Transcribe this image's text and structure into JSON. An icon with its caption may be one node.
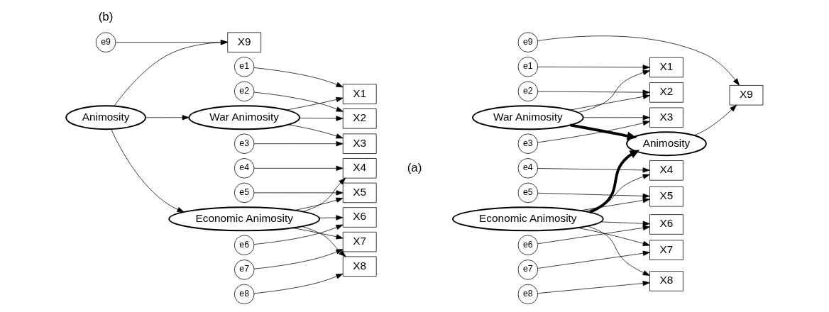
{
  "diagram": {
    "nodes": [
      {
        "text": [
          "e1"
        ]
      },
      {
        "text": [
          "e2"
        ]
      },
      {
        "text": [
          "e3"
        ]
      },
      {
        "text": [
          "e4"
        ]
      },
      {
        "text": [
          "e5"
        ]
      },
      {
        "text": [
          "e6"
        ]
      },
      {
        "text": [
          "e7"
        ]
      },
      {
        "text": [
          "e8"
        ]
      },
      {
        "text": [
          "e9"
        ]
      },
      {
        "text": [
          "X1"
        ]
      },
      {
        "text": [
          "X2"
        ]
      },
      {
        "text": [
          "X3"
        ]
      },
      {
        "text": [
          "X4"
        ]
      },
      {
        "text": [
          "X5"
        ]
      },
      {
        "text": [
          "X6"
        ]
      },
      {
        "text": [
          "X7"
        ]
      },
      {
        "text": [
          "X8"
        ]
      },
      {
        "text": [
          "X9"
        ]
      },
      {
        "text": [
          "War Animosity"
        ]
      },
      {
        "text": [
          "Economic Animosity"
        ]
      },
      {
        "text": [
          "Animosity"
        ]
      },
      {
        "text": [
          "e1"
        ]
      },
      {
        "text": [
          "e2"
        ]
      },
      {
        "text": [
          "e3"
        ]
      },
      {
        "text": [
          "e4"
        ]
      },
      {
        "text": [
          "e5"
        ]
      },
      {
        "text": [
          "e6"
        ]
      },
      {
        "text": [
          "e7"
        ]
      },
      {
        "text": [
          "e8"
        ]
      },
      {
        "text": [
          "e9"
        ]
      },
      {
        "text": [
          "X1"
        ]
      },
      {
        "text": [
          "X2"
        ]
      },
      {
        "text": [
          "X3"
        ]
      },
      {
        "text": [
          "X4"
        ]
      },
      {
        "text": [
          "X5"
        ]
      },
      {
        "text": [
          "X6"
        ]
      },
      {
        "text": [
          "X7"
        ]
      },
      {
        "text": [
          "X8"
        ]
      },
      {
        "text": [
          "X9"
        ]
      },
      {
        "text": [
          "War Animosity"
        ]
      },
      {
        "text": [
          "Economic Animosity"
        ]
      },
      {
        "text": [
          "Animosity"
        ]
      }
    ],
    "edges": [
      {
        "from": 0,
        "to": 9,
        "arrow": "to"
      },
      {
        "from": 1,
        "to": 10,
        "arrow": "to"
      },
      {
        "from": 2,
        "to": 11,
        "arrow": "to"
      },
      {
        "from": 3,
        "to": 12,
        "arrow": "to"
      },
      {
        "from": 4,
        "to": 13,
        "arrow": "to"
      },
      {
        "from": 5,
        "to": 14,
        "arrow": "to"
      },
      {
        "from": 6,
        "to": 15,
        "arrow": "to"
      },
      {
        "from": 7,
        "to": 16,
        "arrow": "to"
      },
      {
        "from": 8,
        "to": 17,
        "arrow": "to"
      },
      {
        "from": 18,
        "to": 9,
        "arrow": "to"
      },
      {
        "from": 18,
        "to": 10,
        "arrow": "to"
      },
      {
        "from": 18,
        "to": 11,
        "arrow": "to"
      },
      {
        "from": 19,
        "to": 12,
        "arrow": "to"
      },
      {
        "from": 19,
        "to": 13,
        "arrow": "to"
      },
      {
        "from": 19,
        "to": 14,
        "arrow": "to"
      },
      {
        "from": 19,
        "to": 15,
        "arrow": "to"
      },
      {
        "from": 19,
        "to": 16,
        "arrow": "to"
      },
      {
        "from": 20,
        "to": 17,
        "arrow": "to"
      },
      {
        "from": 20,
        "to": 18,
        "arrow": "to"
      },
      {
        "from": 20,
        "to": 19,
        "arrow": "to"
      },
      {
        "from": 21,
        "to": 30,
        "arrow": "to"
      },
      {
        "from": 22,
        "to": 31,
        "arrow": "to"
      },
      {
        "from": 23,
        "to": 32,
        "arrow": "to"
      },
      {
        "from": 24,
        "to": 33,
        "arrow": "to"
      },
      {
        "from": 25,
        "to": 34,
        "arrow": "to"
      },
      {
        "from": 26,
        "to": 35,
        "arrow": "to"
      },
      {
        "from": 27,
        "to": 36,
        "arrow": "to"
      },
      {
        "from": 28,
        "to": 37,
        "arrow": "to"
      },
      {
        "from": 29,
        "to": 38,
        "arrow": "to"
      },
      {
        "from": 39,
        "to": 30,
        "arrow": "to"
      },
      {
        "from": 39,
        "to": 31,
        "arrow": "to"
      },
      {
        "from": 39,
        "to": 32,
        "arrow": "to"
      },
      {
        "from": 40,
        "to": 33,
        "arrow": "to"
      },
      {
        "from": 40,
        "to": 34,
        "arrow": "to"
      },
      {
        "from": 40,
        "to": 35,
        "arrow": "to"
      },
      {
        "from": 40,
        "to": 36,
        "arrow": "to"
      },
      {
        "from": 40,
        "to": 37,
        "arrow": "to"
      },
      {
        "from": 41,
        "to": 38,
        "arrow": "to"
      },
      {
        "from": 39,
        "to": 41,
        "arrow": "to",
        "style": "thick"
      },
      {
        "from": 40,
        "to": 41,
        "arrow": "to",
        "style": "thick"
      }
    ],
    "labels": [
      "(a)",
      "(b)"
    ]
  }
}
